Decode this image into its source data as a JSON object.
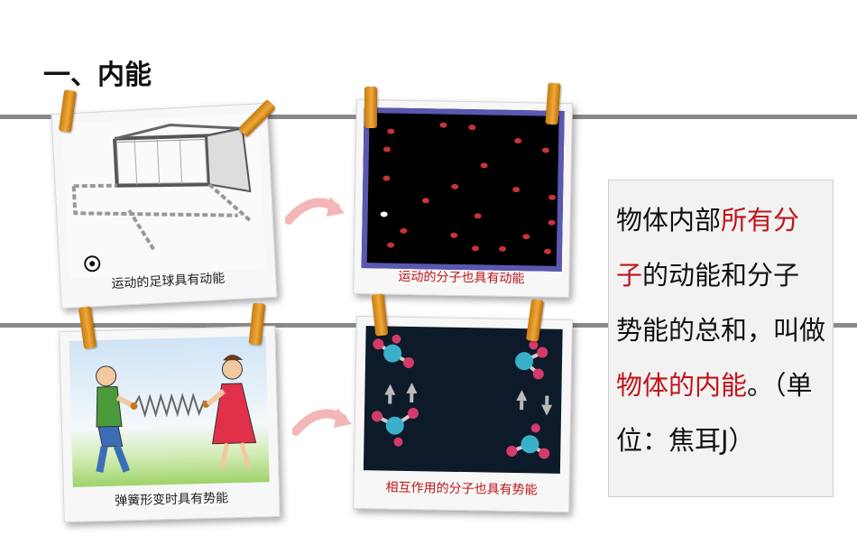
{
  "heading": "一、内能",
  "cards": {
    "soccer": {
      "caption": "运动的足球具有动能"
    },
    "molecule_motion": {
      "caption": "运动的分子也具有动能"
    },
    "spring": {
      "caption": "弹簧形变时具有势能"
    },
    "molecule_interaction": {
      "caption": "相互作用的分子也具有势能"
    }
  },
  "definition": {
    "part1": "物体内部",
    "part2": "所有分子",
    "part3": "的动能和分子势能的总和，叫做",
    "part4": "物体的内能",
    "part5": "。（单位：焦耳J）"
  },
  "colors": {
    "highlight": "#c0141a",
    "clip": "#f0a83a",
    "rail": "#8a8a8a",
    "arrow": "#f4b6b6"
  }
}
